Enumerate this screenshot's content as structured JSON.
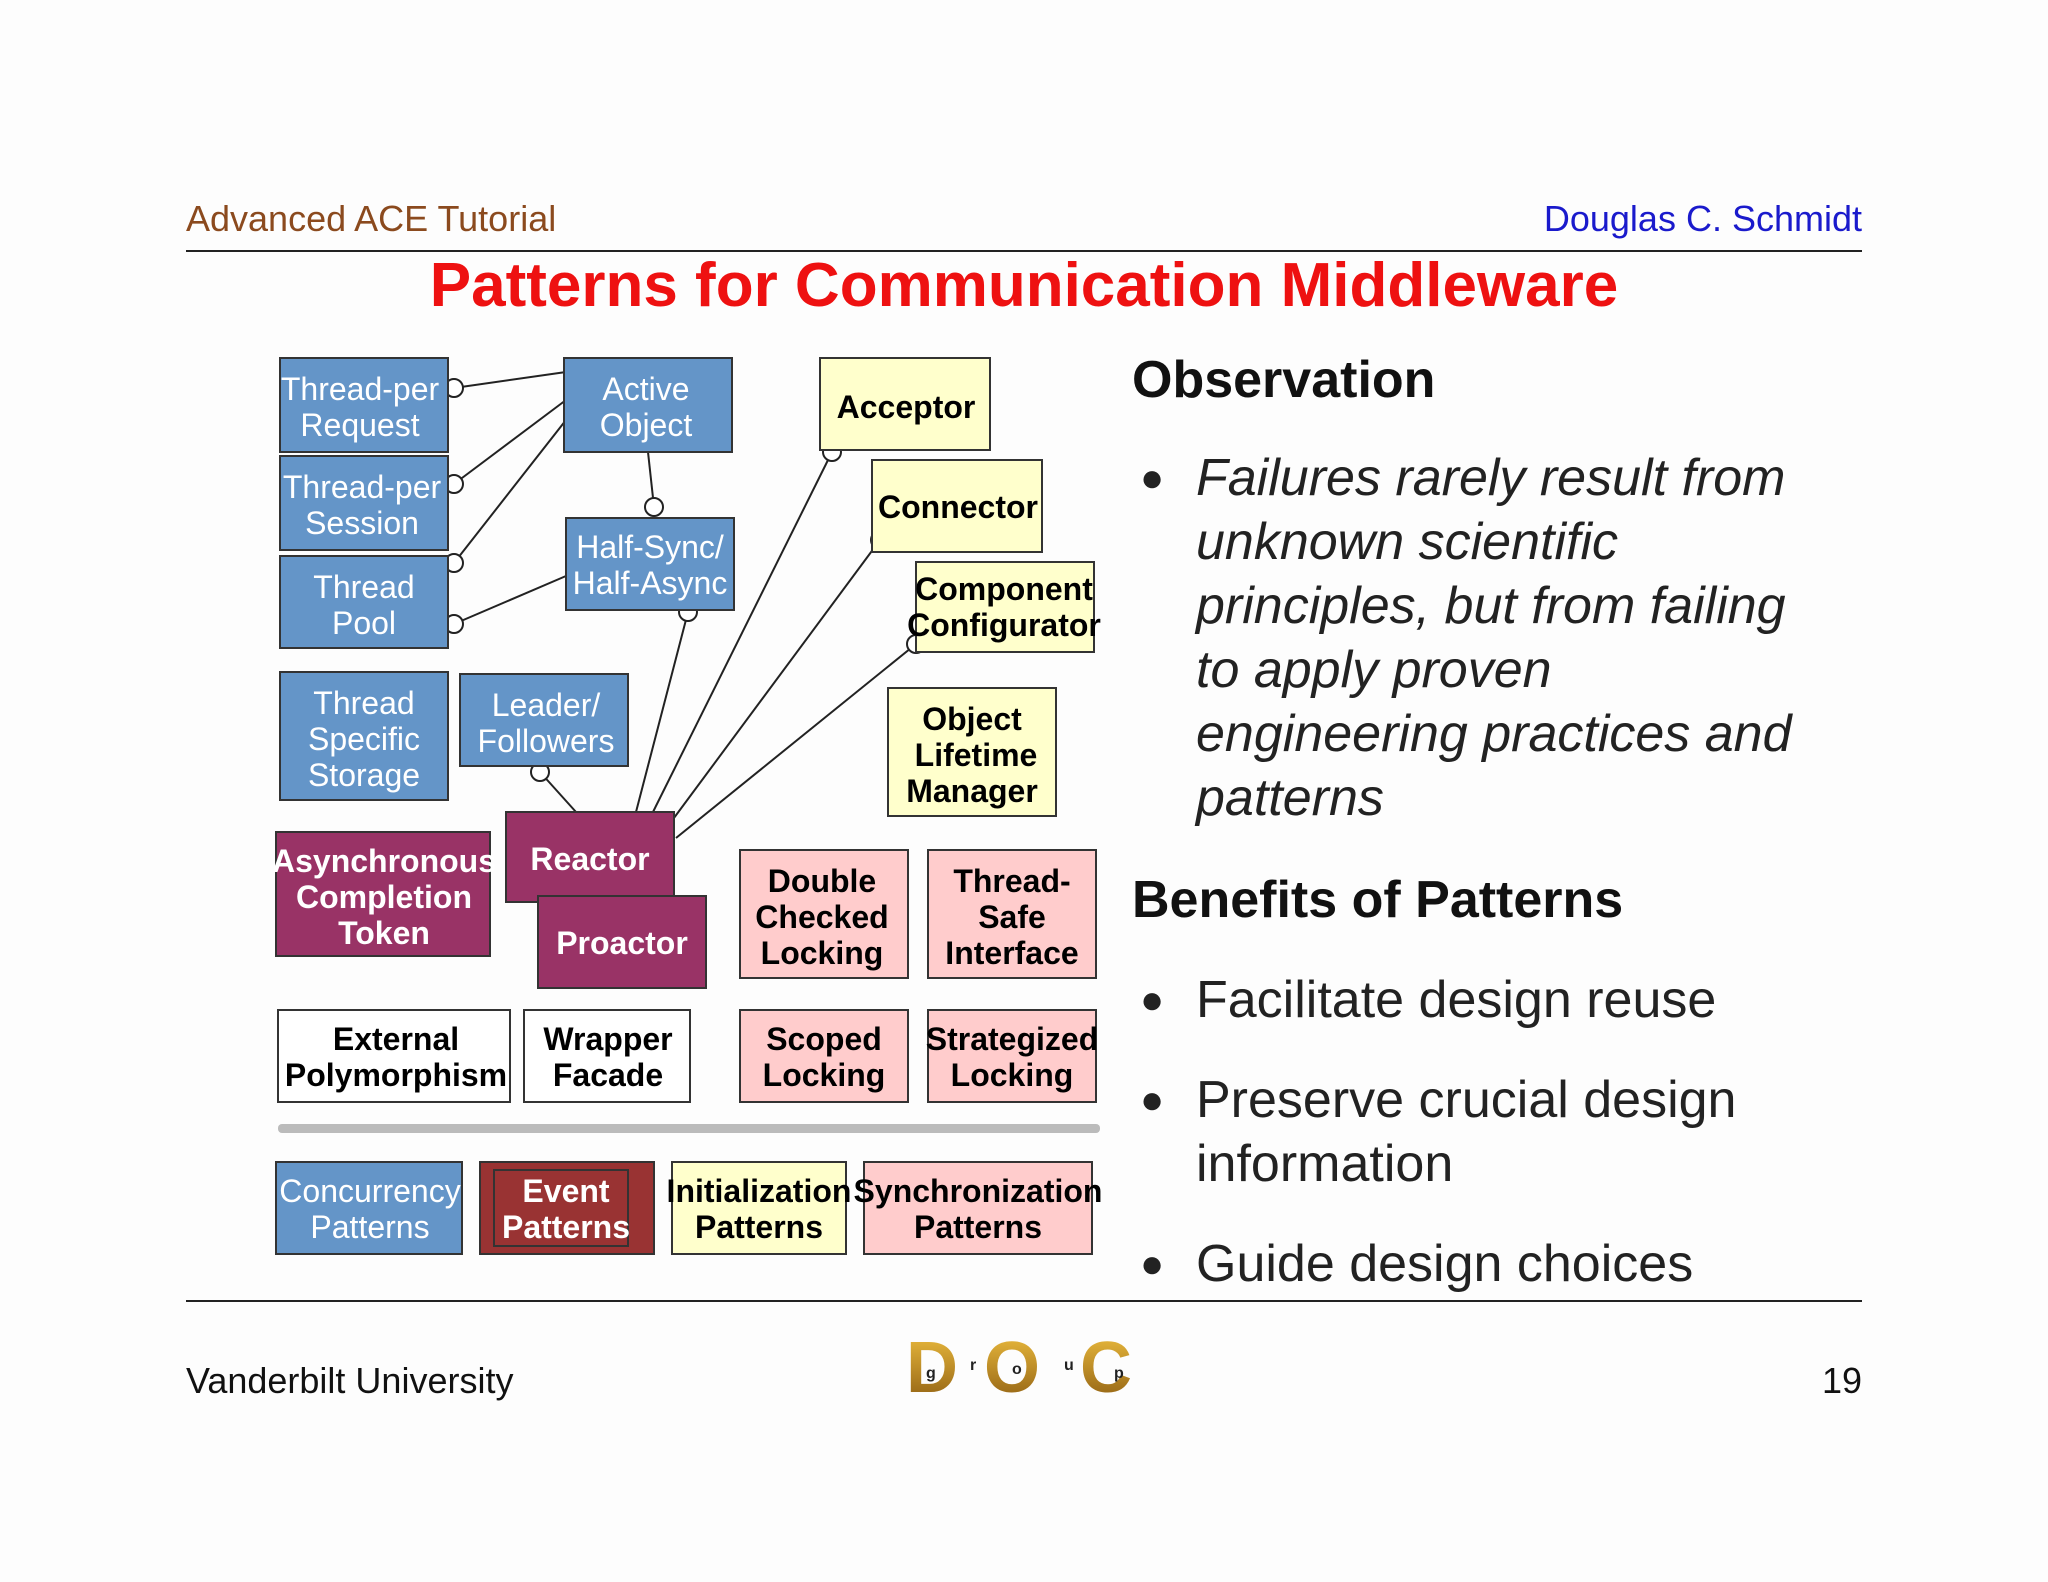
{
  "header": {
    "left": "Advanced ACE Tutorial",
    "right": "Douglas C. Schmidt"
  },
  "title": "Patterns for Communication Middleware",
  "diagram": {
    "boxes": {
      "thread_per_request": [
        "Thread-per",
        "Request"
      ],
      "thread_per_session": [
        "Thread-per",
        "Session"
      ],
      "thread_pool": [
        "Thread",
        "Pool"
      ],
      "thread_specific_storage": [
        "Thread",
        "Specific",
        "Storage"
      ],
      "active_object": [
        "Active",
        "Object"
      ],
      "half_sync": [
        "Half-Sync/",
        "Half-Async"
      ],
      "leader_followers": [
        "Leader/",
        "Followers"
      ],
      "acceptor": [
        "Acceptor"
      ],
      "connector": [
        "Connector"
      ],
      "component_configurator": [
        "Component",
        "Configurator"
      ],
      "object_lifetime_manager": [
        "Object",
        "Lifetime",
        "Manager"
      ],
      "asynchronous_completion_token": [
        "Asynchronous",
        "Completion",
        "Token"
      ],
      "reactor": [
        "Reactor"
      ],
      "proactor": [
        "Proactor"
      ],
      "double_checked_locking": [
        "Double",
        "Checked",
        "Locking"
      ],
      "thread_safe_interface": [
        "Thread-",
        "Safe",
        "Interface"
      ],
      "external_polymorphism": [
        "External",
        "Polymorphism"
      ],
      "wrapper_facade": [
        "Wrapper",
        "Facade"
      ],
      "scoped_locking": [
        "Scoped",
        "Locking"
      ],
      "strategized_locking": [
        "Strategized",
        "Locking"
      ]
    },
    "legend": {
      "concurrency": [
        "Concurrency",
        "Patterns"
      ],
      "event": [
        "Event",
        "Patterns"
      ],
      "initialization": [
        "Initialization",
        "Patterns"
      ],
      "synchronization": [
        "Synchronization",
        "Patterns"
      ]
    },
    "colors": {
      "concurrency": "#6495c8",
      "event": "#993366",
      "initialization": "#ffffcc",
      "synchronization": "#ffcccc"
    }
  },
  "observation": {
    "heading": "Observation",
    "bullet": "Failures rarely result from unknown scientific principles, but from failing to apply proven engineering practices and patterns"
  },
  "benefits": {
    "heading": "Benefits of Patterns",
    "items": [
      "Facilitate design reuse",
      "Preserve crucial design information",
      "Guide design choices"
    ]
  },
  "footer": {
    "left": "Vanderbilt University",
    "page": "19"
  },
  "logo": {
    "letters": [
      "D",
      "O",
      "C"
    ],
    "small": [
      "g",
      "r",
      "o",
      "u",
      "p"
    ]
  }
}
